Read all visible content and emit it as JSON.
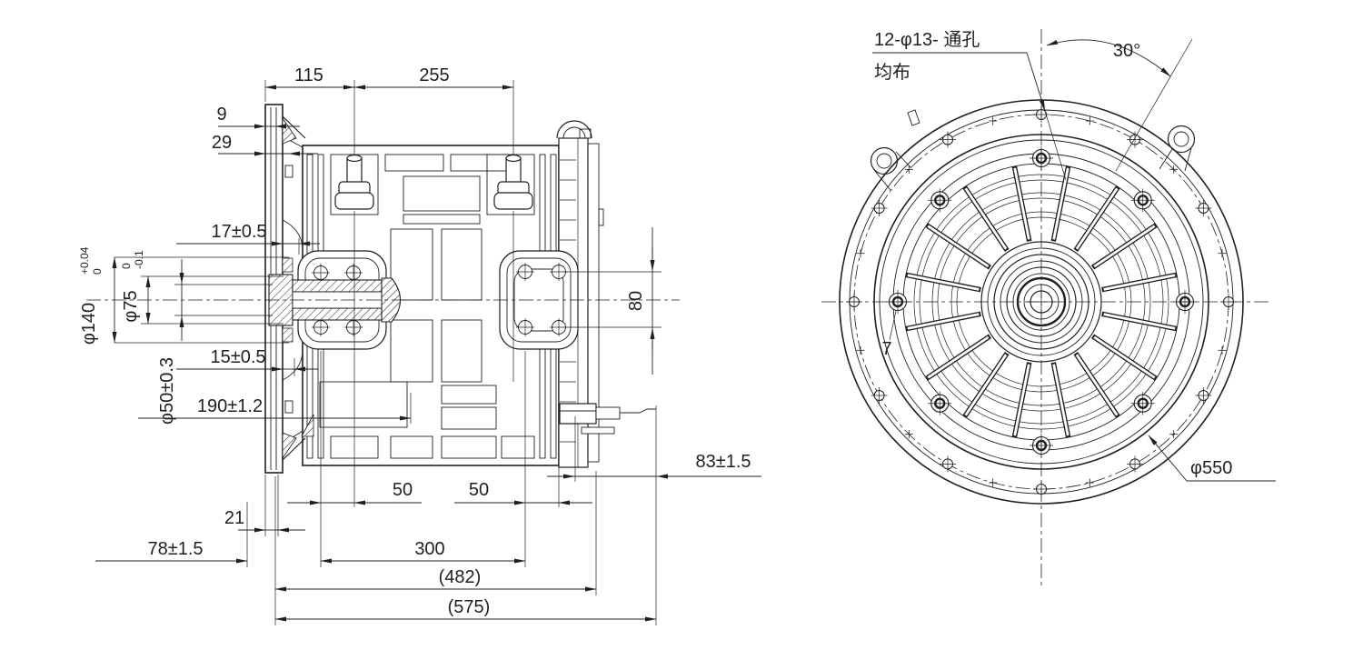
{
  "ink": "#231f20",
  "background": "#ffffff",
  "side_view": {
    "dims_top": {
      "d115": "115",
      "d255": "255",
      "d9": "9",
      "d29": "29"
    },
    "dims_left": {
      "d17": "17±0.5",
      "d15": "15±0.5",
      "d190": "190±1.2",
      "dia140_main": "φ140",
      "dia140_sup": "+0.04",
      "dia140_sub": "0",
      "dia75_main": "φ75",
      "dia75_sup": "0",
      "dia75_sub": "-0.1",
      "dia50": "φ50±0.3"
    },
    "dims_bottom": {
      "d21": "21",
      "d78": "78±1.5",
      "d50a": "50",
      "d50b": "50",
      "d300": "300",
      "d482": "(482)",
      "d575": "(575)"
    },
    "dims_right": {
      "d80": "80",
      "d83": "83±1.5"
    }
  },
  "front_view": {
    "holes_note_line1": "12-φ13- 通孔",
    "holes_note_line2": "均布",
    "angle30": "30°",
    "ref7": "7",
    "dia550": "φ550"
  }
}
